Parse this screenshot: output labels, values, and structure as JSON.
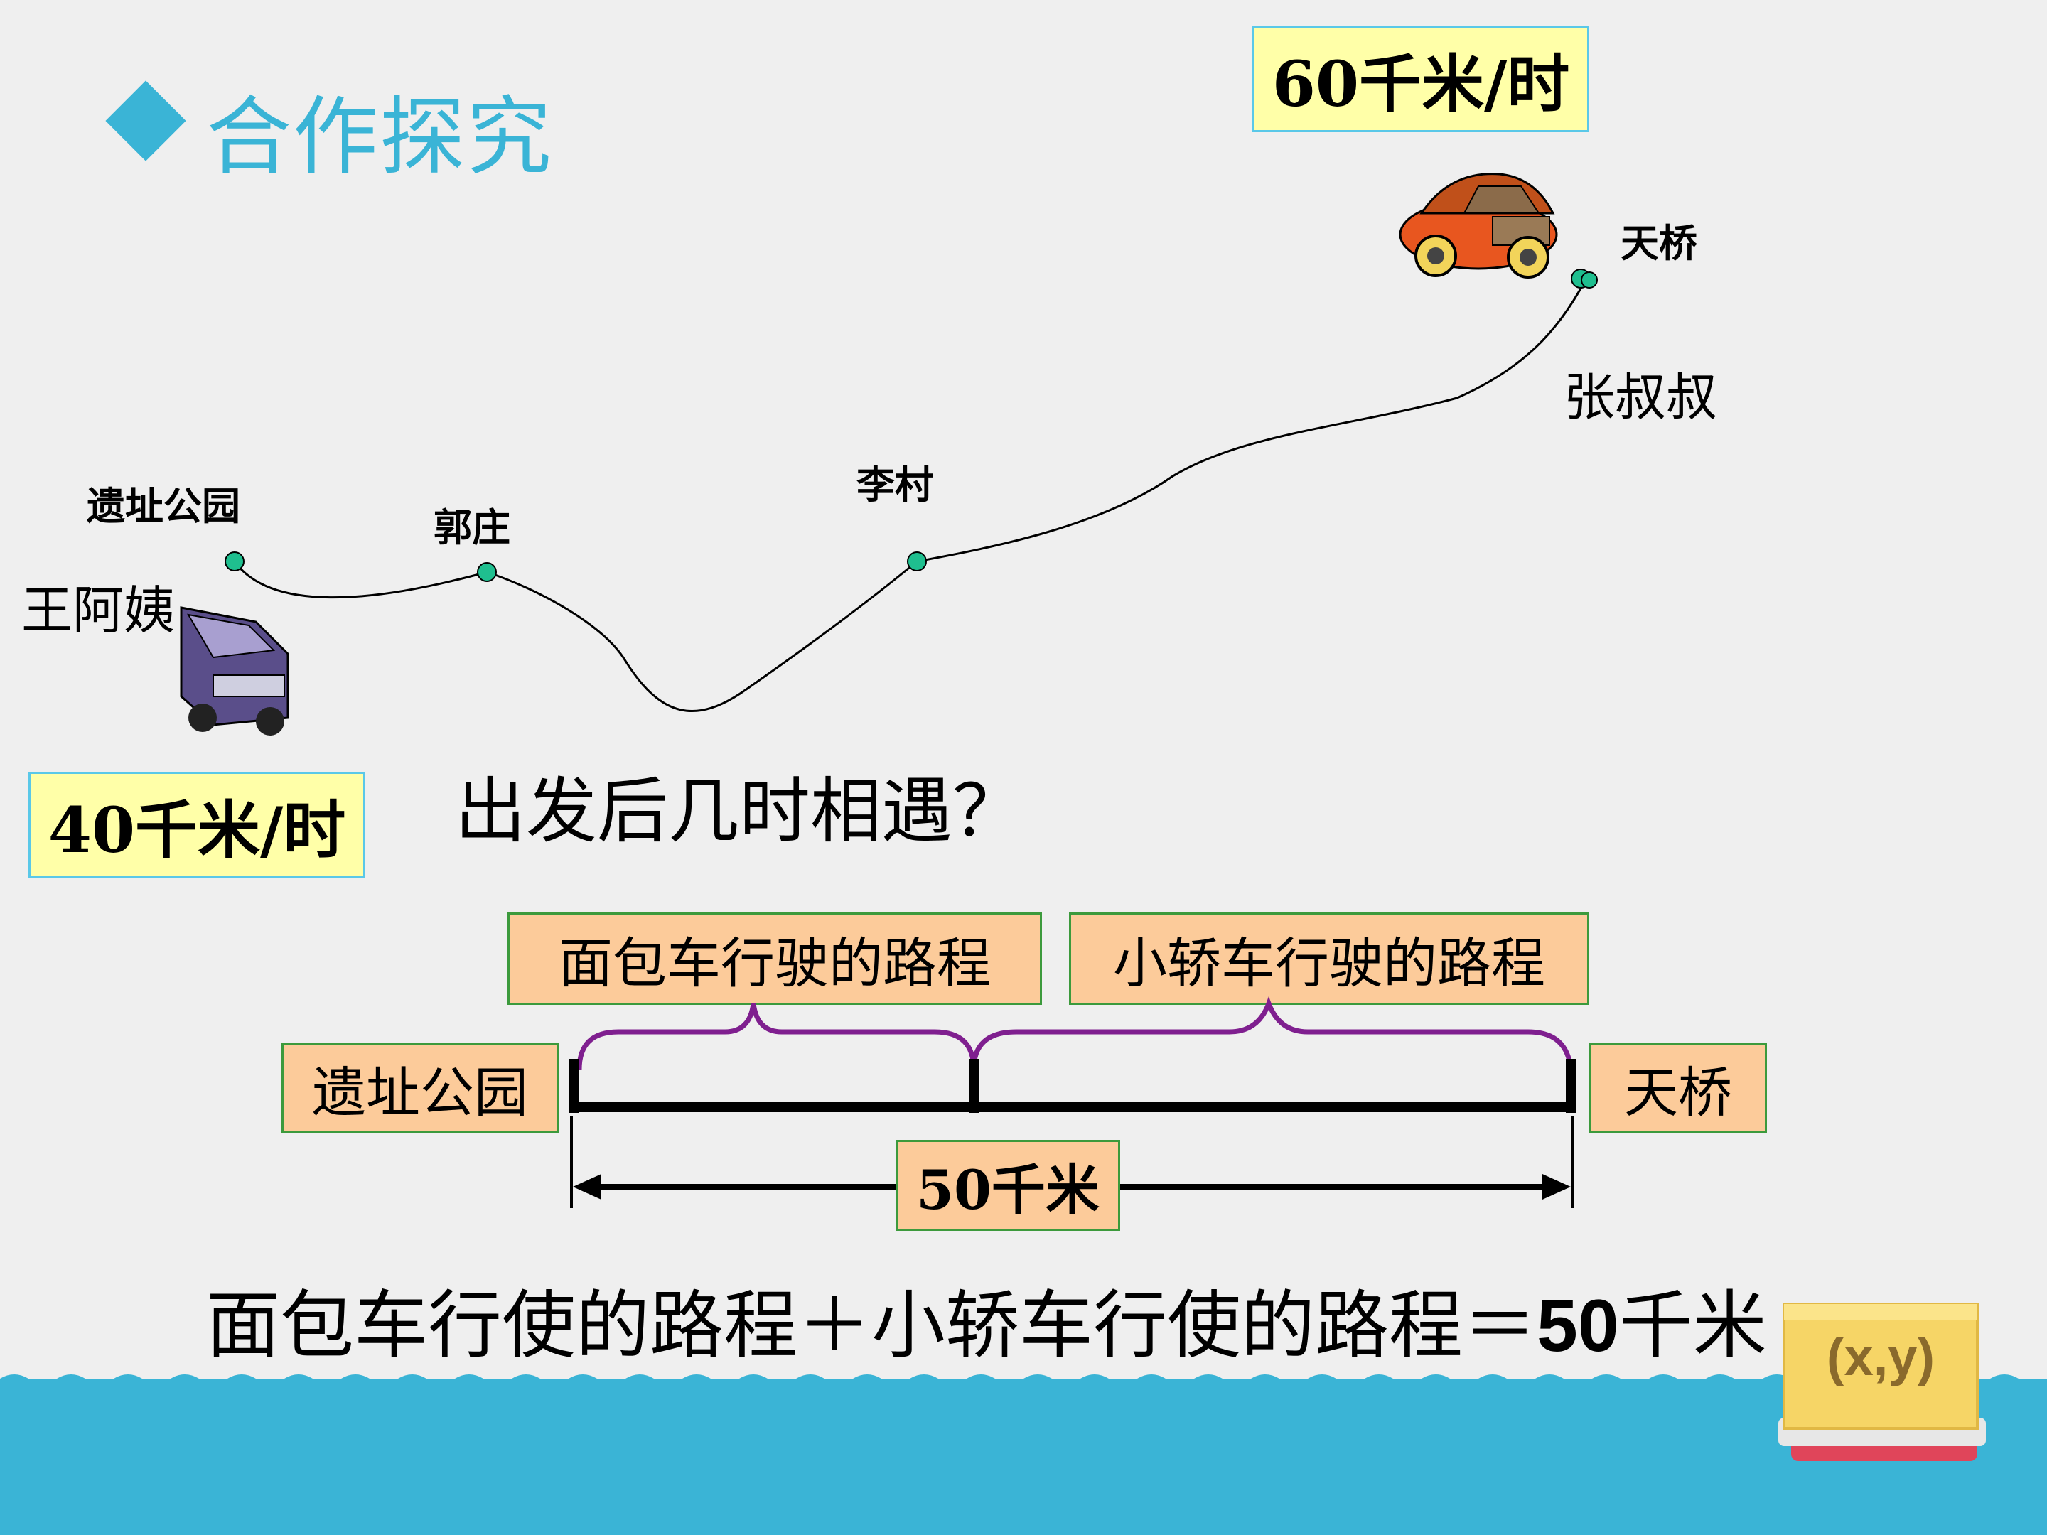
{
  "header": {
    "title": "合作探究"
  },
  "speeds": {
    "car": "60千米/时",
    "van": "40千米/时"
  },
  "map": {
    "places": [
      "遗址公园",
      "郭庄",
      "李村",
      "天桥"
    ],
    "people": {
      "left": "王阿姨",
      "right": "张叔叔"
    }
  },
  "question": "出发后几时相遇？",
  "segment_diagram": {
    "van_label": "面包车行驶的路程",
    "car_label": "小轿车行驶的路程",
    "start": "遗址公园",
    "end": "天桥",
    "total": "50千米"
  },
  "equation": {
    "text_left": "面包车行使的路程＋小轿车行使的路程＝",
    "number": "50",
    "unit": "千米"
  },
  "badge": {
    "label": "(x,y)"
  },
  "colors": {
    "accent": "#3ab4d6",
    "brace": "#7f1f8f",
    "box_fill": "#fccb9a",
    "speed_fill": "#ffffa8",
    "node": "#1fbf8f"
  }
}
